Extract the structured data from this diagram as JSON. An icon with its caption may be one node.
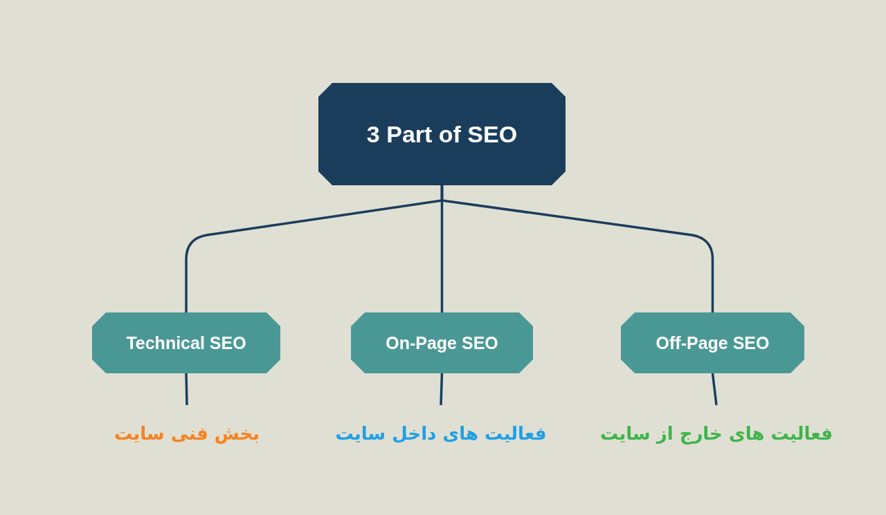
{
  "diagram": {
    "nodes": [
      {
        "text": [
          "3 Part of SEO"
        ]
      },
      {
        "text": [
          "Technical SEO"
        ]
      },
      {
        "text": [
          "On-Page SEO"
        ]
      },
      {
        "text": [
          "Off-Page SEO"
        ]
      },
      {
        "text": [
          "بخش فنی سایت"
        ]
      },
      {
        "text": [
          "فعالیت های داخل سایت"
        ]
      },
      {
        "text": [
          "فعالیت های خارج از سایت"
        ]
      }
    ],
    "edges": [
      {
        "from": 0,
        "to": 1,
        "arrow": "none"
      },
      {
        "from": 0,
        "to": 2,
        "arrow": "none"
      },
      {
        "from": 0,
        "to": 3,
        "arrow": "none"
      },
      {
        "from": 1,
        "to": 4,
        "arrow": "none"
      },
      {
        "from": 2,
        "to": 5,
        "arrow": "none"
      },
      {
        "from": 3,
        "to": 6,
        "arrow": "none"
      }
    ]
  }
}
